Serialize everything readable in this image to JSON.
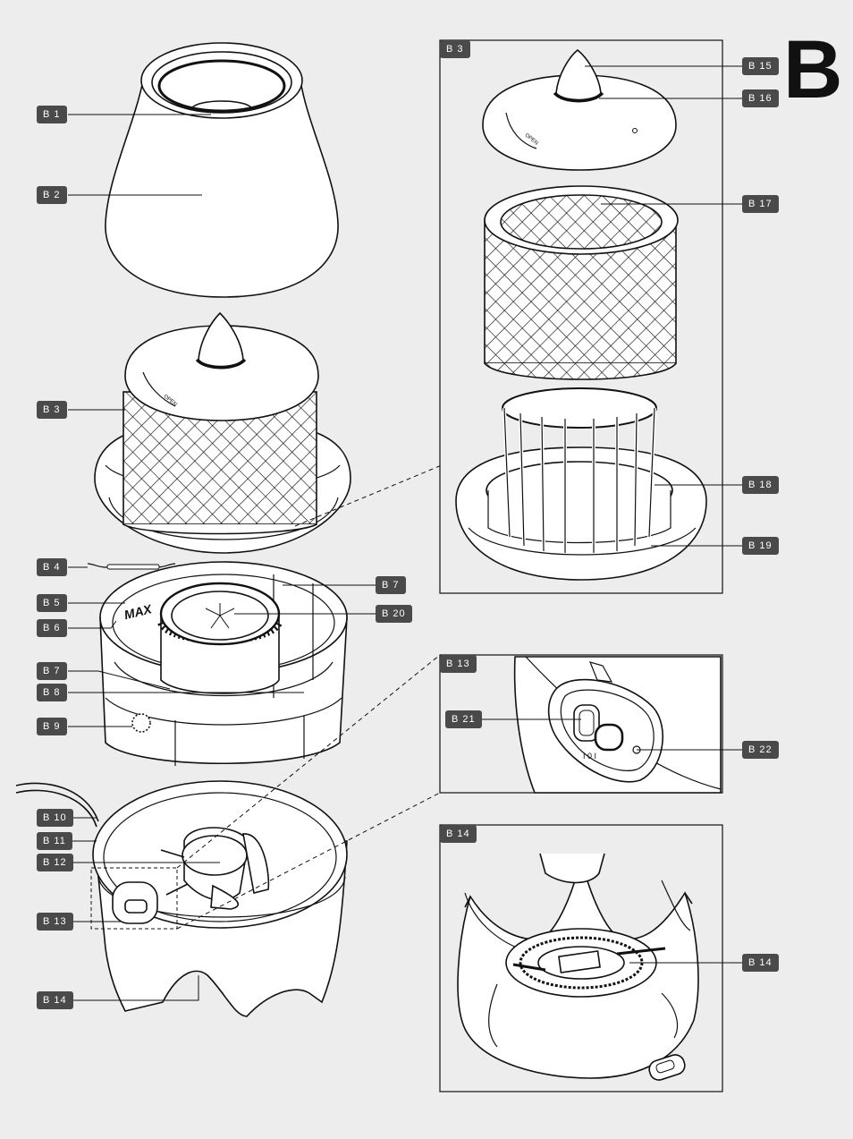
{
  "section_letter": "B",
  "label_B1": "B 1",
  "label_B2": "B 2",
  "label_B3": "B 3",
  "label_B4": "B 4",
  "label_B5": "B 5",
  "label_B6": "B 6",
  "label_B7": "B 7",
  "label_B8": "B 8",
  "label_B9": "B 9",
  "label_B10": "B 10",
  "label_B11": "B 11",
  "label_B12": "B 12",
  "label_B13": "B 13",
  "label_B14": "B 14",
  "label_B15": "B 15",
  "label_B16": "B 16",
  "label_B17": "B 17",
  "label_B18": "B 18",
  "label_B19": "B 19",
  "label_B20": "B 20",
  "label_B21": "B 21",
  "label_B22": "B 22",
  "max_marking": "MAX",
  "open_marking": "OPEN",
  "switch_marking": "I 0 I"
}
